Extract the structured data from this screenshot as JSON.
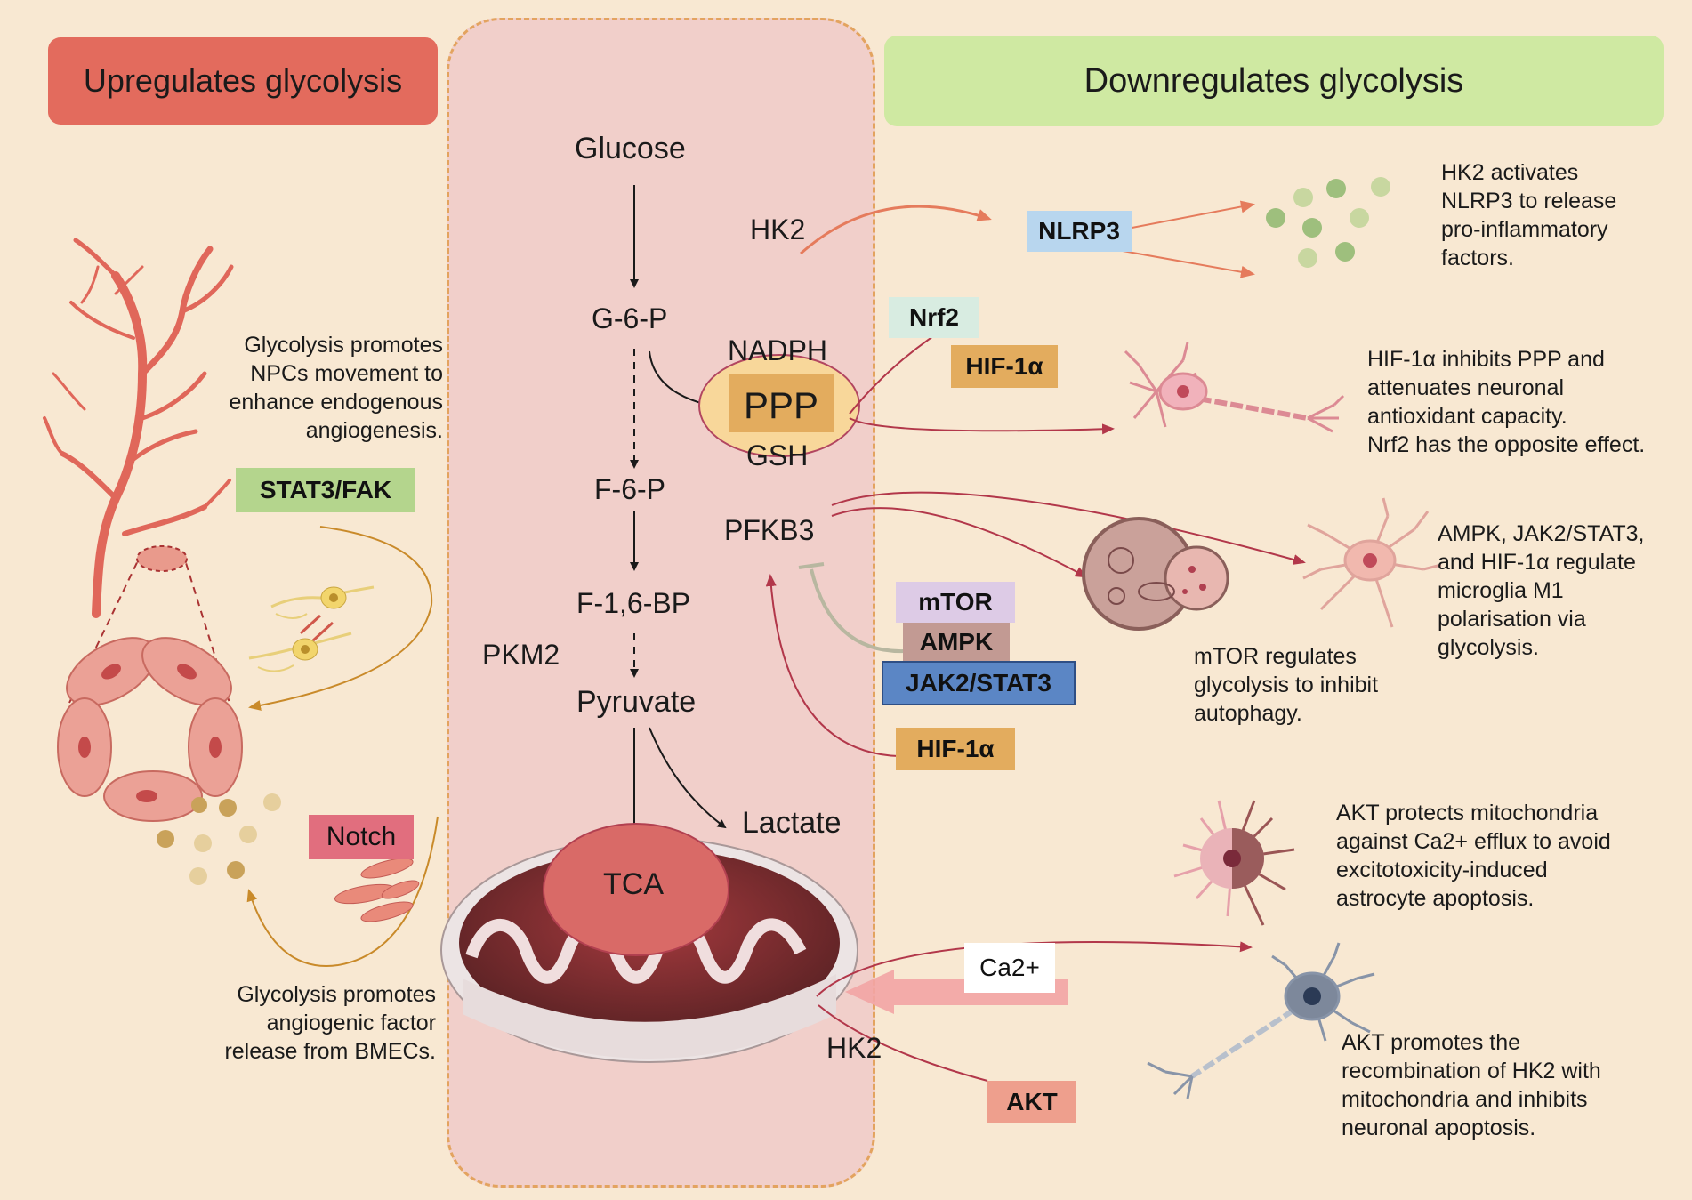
{
  "headers": {
    "up": "Upregulates glycolysis",
    "down": "Downregulates glycolysis"
  },
  "pathway": {
    "glucose": "Glucose",
    "g6p": "G-6-P",
    "f6p": "F-6-P",
    "f16bp": "F-1,6-BP",
    "pyruvate": "Pyruvate",
    "lactate": "Lactate",
    "tca": "TCA",
    "ppp": "PPP",
    "nadph": "NADPH",
    "gsh": "GSH",
    "hk2_top": "HK2",
    "pfkb3": "PFKB3",
    "pkm2": "PKM2",
    "hk2_bottom": "HK2"
  },
  "regulators": {
    "nlrp3": "NLRP3",
    "nrf2": "Nrf2",
    "hif1a_top": "HIF-1α",
    "mtor": "mTOR",
    "ampk": "AMPK",
    "jak2stat3": "JAK2/STAT3",
    "hif1a_bottom": "HIF-1α",
    "ca2": "Ca2+",
    "akt": "AKT",
    "stat3fak": "STAT3/FAK",
    "notch": "Notch"
  },
  "left_notes": {
    "npc": [
      "Glycolysis promotes",
      "NPCs movement to",
      "enhance endogenous",
      "angiogenesis."
    ],
    "bmec": [
      "Glycolysis promotes",
      "angiogenic factor",
      "release from BMECs."
    ]
  },
  "right_notes": {
    "hk2_nlrp3": [
      "HK2 activates",
      "NLRP3 to release",
      "pro-inflammatory",
      "factors."
    ],
    "hif_ppp": [
      "HIF-1α inhibits PPP and",
      "attenuates neuronal",
      "antioxidant capacity.",
      "Nrf2 has the opposite effect."
    ],
    "microglia": [
      "AMPK, JAK2/STAT3,",
      "and HIF-1α regulate",
      "microglia M1",
      "polarisation via",
      "glycolysis."
    ],
    "mtor": [
      "mTOR regulates",
      "glycolysis to inhibit",
      "autophagy."
    ],
    "akt_mito": [
      "AKT protects mitochondria",
      "against Ca2+ efflux to avoid",
      "excitotoxicity-induced",
      "astrocyte apoptosis."
    ],
    "akt_hk2": [
      "AKT promotes the",
      "recombination of HK2 with",
      "mitochondria and inhibits",
      "neuronal apoptosis."
    ]
  },
  "colors": {
    "background": "#f8e8d2",
    "up_header": "#e36b5d",
    "down_header": "#cfe9a2",
    "center_panel": "#f1cfca",
    "nlrp3": "#b8d6ee",
    "nrf2": "#d8ece1",
    "hif": "#e3ac5e",
    "mtor": "#ddcbe6",
    "ampk": "#c29a93",
    "jak2stat3": "#5b86c5",
    "akt": "#ee9f8d",
    "stat3fak": "#b4d58d",
    "notch": "#e16e7e",
    "arrow_red": "#b2374a",
    "arrow_orange": "#e57b5c",
    "arrow_gold": "#c98a2a"
  },
  "icons": [
    "blood-vessel-icon",
    "endothelial-ring-icon",
    "npc-cell-icon",
    "bmec-cell-icon",
    "mitochondrion-icon",
    "neuron-icon",
    "microglia-icon",
    "autophagosome-icon",
    "astrocyte-icon",
    "cytokine-dots-icon"
  ]
}
